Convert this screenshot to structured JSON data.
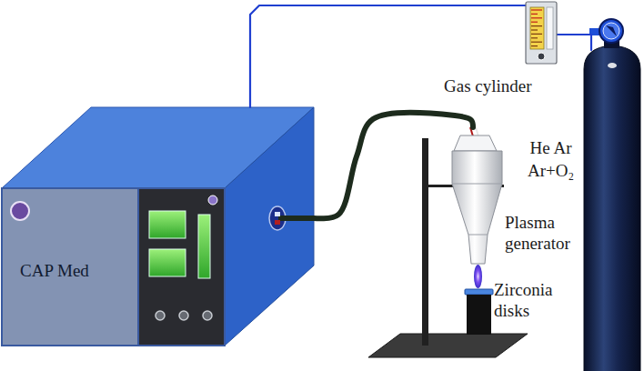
{
  "diagram": {
    "nodes": [
      {
        "text": [
          "CAP Med"
        ]
      },
      {
        "text": [
          "Plasma generator"
        ]
      },
      {
        "text": [
          "Zirconia disks"
        ]
      },
      {
        "text": [
          "Gas cylinder",
          "He Ar Ar+O₂"
        ]
      }
    ],
    "edges": [
      {
        "from": 3,
        "to": 0,
        "arrow": "none"
      },
      {
        "from": 0,
        "to": 1,
        "arrow": "none"
      }
    ]
  }
}
